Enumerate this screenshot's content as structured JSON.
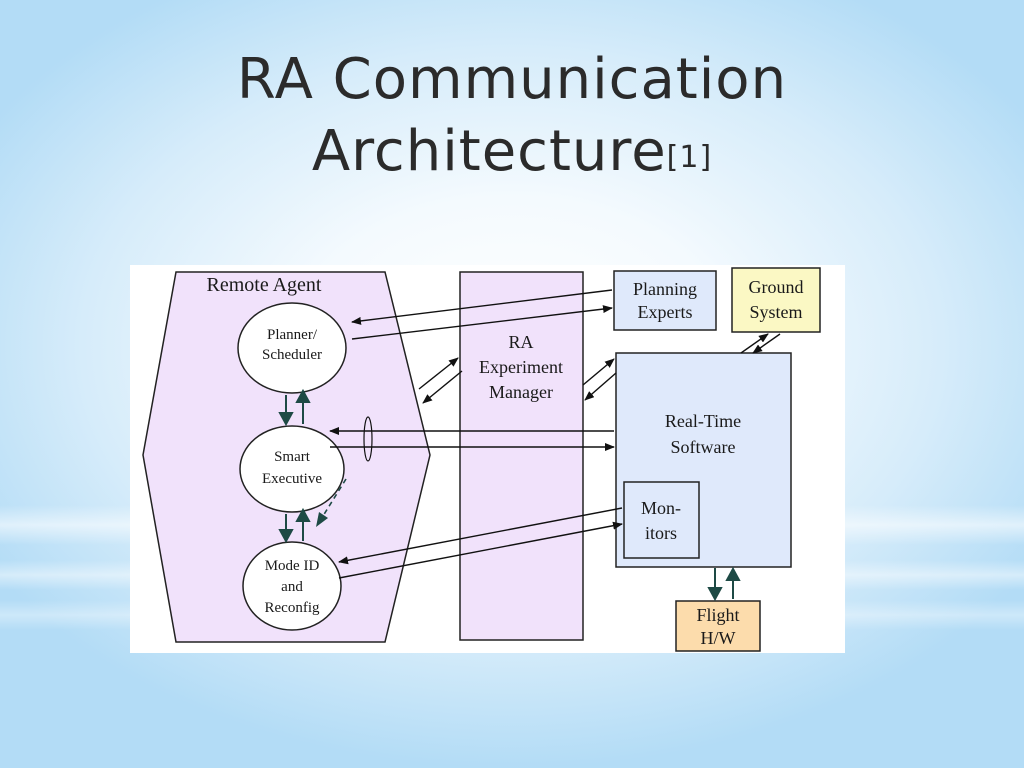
{
  "title": {
    "line1": "RA Communication",
    "line2": "Architecture",
    "citation": "[1]"
  },
  "diagram": {
    "remote_agent_label": "Remote Agent",
    "planner": [
      "Planner/",
      "Scheduler"
    ],
    "executive": [
      "Smart",
      "Executive"
    ],
    "mode_id": [
      "Mode ID",
      "and",
      "Reconfig"
    ],
    "experiment_manager": [
      "RA",
      "Experiment",
      "Manager"
    ],
    "planning_experts": [
      "Planning",
      "Experts"
    ],
    "ground_system": [
      "Ground",
      "System"
    ],
    "real_time_software": [
      "Real-Time",
      "Software"
    ],
    "monitors": [
      "Mon-",
      "itors"
    ],
    "flight_hw": [
      "Flight",
      "H/W"
    ]
  },
  "colors": {
    "remote_agent_fill": "#f1e2fb",
    "experiment_manager_fill": "#f1e2fb",
    "planning_experts_fill": "#dfe9fb",
    "real_time_fill": "#dfe9fb",
    "monitors_fill": "#dfe9fb",
    "ground_system_fill": "#fbf8c4",
    "flight_hw_fill": "#fcdcac",
    "arrow_dark": "#1e4a45",
    "stroke": "#222222"
  }
}
